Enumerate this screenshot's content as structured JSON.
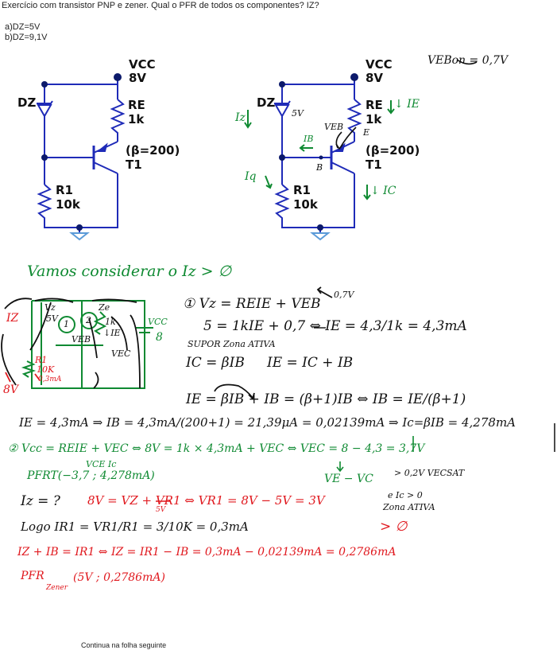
{
  "header": {
    "question": "Exercício com transistor PNP e zener. Qual o PFR de todos os componentes?  IZ?",
    "case_a": "a)DZ=5V",
    "case_b": "b)DZ=9,1V"
  },
  "circuit_left": {
    "vcc": "VCC",
    "vcc_value": "8V",
    "dz": "DZ",
    "re": "RE",
    "re_value": "1k",
    "beta": "(β=200)",
    "t1": "T1",
    "r1": "R1",
    "r1_value": "10k"
  },
  "circuit_right": {
    "vcc": "VCC",
    "vcc_value": "8V",
    "dz": "DZ",
    "dz_value": "5V",
    "re": "RE",
    "re_value": "1k",
    "beta": "(β=200)",
    "t1": "T1",
    "r1": "R1",
    "r1_value": "10k",
    "iz": "Iz",
    "ie": "↓ IE",
    "ib": "IB",
    "ic": "↓ IC",
    "iq": "Iq",
    "veb": "VEB",
    "e": "E",
    "b": "B"
  },
  "notes": {
    "veb_on": "VEBon = 0,7V",
    "consider": "Vamos considerar o Iz > ∅",
    "sketch": {
      "vz": "Vz",
      "five_v": "5V",
      "ze": "Ze",
      "one_k": "1k",
      "ie": "↓IE",
      "veb": "VEB",
      "r1": "R1",
      "ten_k": "10K",
      "i03": "0,3mA",
      "vec": "VEC",
      "vcc": "VCC",
      "eight": "8",
      "eight_v": "8V",
      "iz": "IZ",
      "loop1": "1",
      "loop2": "2"
    },
    "step1_eq": "① Vz = REIE + VEB",
    "step1_note": "0,7V",
    "step1_line2": "5 = 1kIE + 0,7 ⇔ IE = 4,3/1k = 4,3mA",
    "supor": "SUPOR Zona ATIVA",
    "ic_beta": "IC = βIB",
    "ie_sum": "IE = IC + IB",
    "ie_beta": "IE = βIB + IB = (β+1)IB ⇔ IB = IE/(β+1)",
    "ib_calc": "IE = 4,3mA ⇒ IB = 4,3mA/(200+1) = 21,39μA = 0,02139mA ⇒ Ic=βIB = 4,278mA",
    "step2": "② Vcc = REIE + VEC ⇔ 8V = 1k × 4,3mA + VEC ⇔ VEC = 8 − 4,3 = 3,7V",
    "vce_ic": "VCE   Ic",
    "pfr_t": "PFRT(−3,7 ; 4,278mA)",
    "ve_vc": "VE − VC",
    "vec_sat": "> 0,2V VECSAT",
    "ic_pos": "e Ic > 0",
    "zona": "Zona ATIVA",
    "iz_q": "Iz = ?",
    "kvl": "8V = VZ + VR1 ⇔ VR1 = 8V − 5V = 3V",
    "five_under": "5V",
    "logo": "Logo IR1 = VR1/R1 = 3/10K = 0,3mA",
    "gt_zero": "> ∅",
    "iz_final": "IZ + IB = IR1 ⇔ IZ = IR1 − IB = 0,3mA − 0,02139mA = 0,2786mA",
    "pfr_z": "PFR",
    "zener_sub": "Zener",
    "pfr_z_val": "(5V ; 0,2786mA)"
  },
  "footer": {
    "continue": "Continua na folha seguinte"
  },
  "colors": {
    "wire": "#1f2bb8",
    "dot": "#0c1a6b",
    "ground": "#5b9bd8",
    "green": "#0f8a32",
    "red": "#e0181e",
    "ink": "#111111"
  }
}
